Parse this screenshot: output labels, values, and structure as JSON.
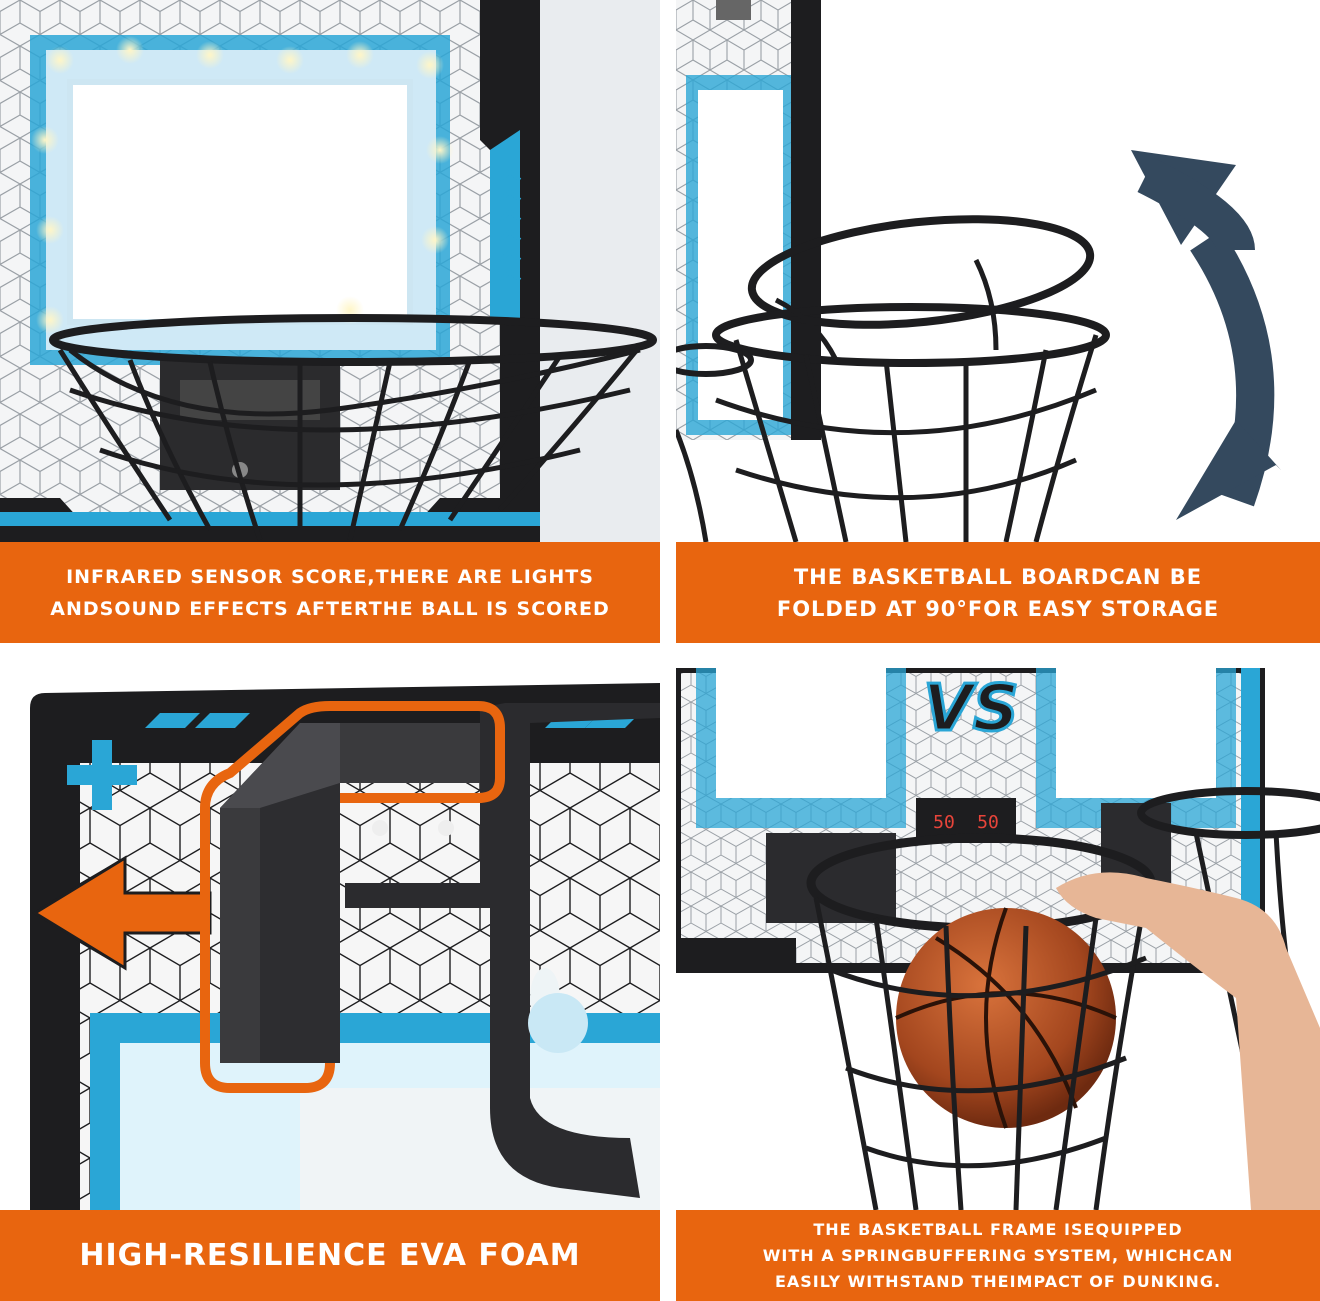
{
  "panels": [
    {
      "caption_lines": [
        "INFRARED SENSOR SCORE,THERE ARE LIGHTS",
        "ANDSOUND EFFECTS AFTERTHE BALL IS SCORED"
      ]
    },
    {
      "caption_lines": [
        "THE BASKETBALL BOARDCAN BE",
        "FOLDED AT 90°FOR EASY STORAGE"
      ]
    },
    {
      "caption_lines": [
        "HIGH-RESILIENCE EVA FOAM"
      ]
    },
    {
      "caption_lines": [
        "THE BASKETBALL FRAME ISEQUIPPED",
        "WITH A SPRINGBUFFERING SYSTEM, WHICHCAN",
        "EASILY WITHSTAND THEIMPACT OF DUNKING."
      ],
      "board_text": "VS",
      "scores": [
        "50",
        "50"
      ]
    }
  ],
  "colors": {
    "accent_orange": "#e8650f",
    "accent_blue": "#2aa6d6",
    "dark": "#1d1d1f"
  }
}
